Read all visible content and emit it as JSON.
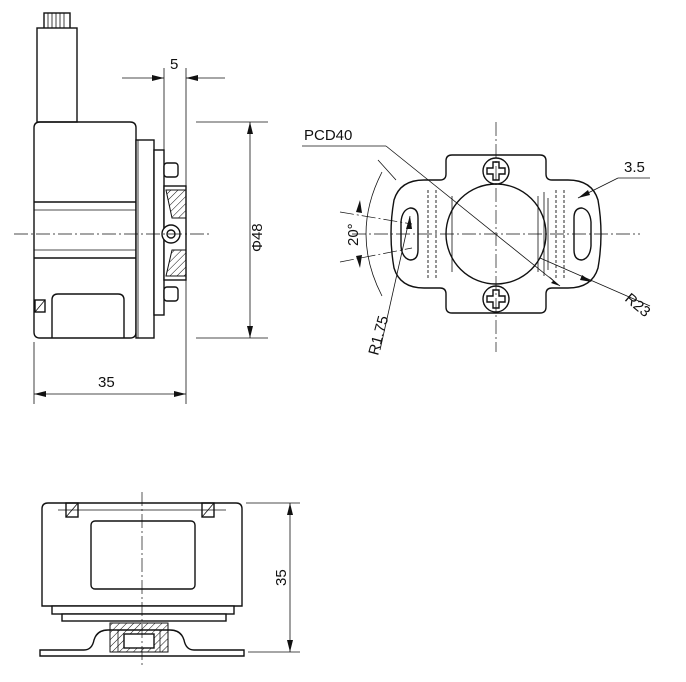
{
  "dimensions": {
    "side_width": "5",
    "diameter": "Φ48",
    "side_depth": "35",
    "pcd": "PCD40",
    "slot_width": "3.5",
    "angle": "20°",
    "slot_radius": "R1.75",
    "bracket_radius": "R23",
    "bottom_height": "35"
  }
}
